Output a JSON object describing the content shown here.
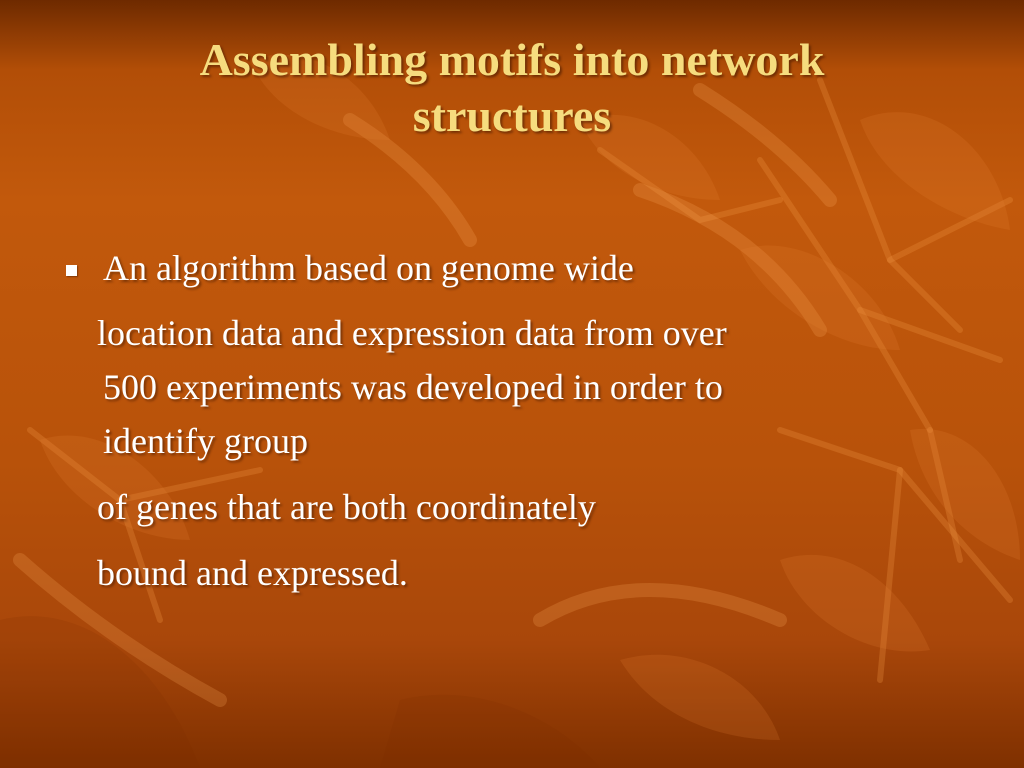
{
  "slide": {
    "title_lines": [
      "Assembling motifs into network",
      "structures"
    ],
    "body_lines": [
      "An algorithm based on genome wide",
      "location data and expression data from over",
      "500 experiments was developed in order to",
      "identify group",
      "of genes that are both coordinately",
      "bound and expressed."
    ],
    "bullet_icon": "square-bullet-icon"
  },
  "colors": {
    "title": "#f6dc7e",
    "body_text": "#ffffff",
    "background": "#b8520a"
  }
}
